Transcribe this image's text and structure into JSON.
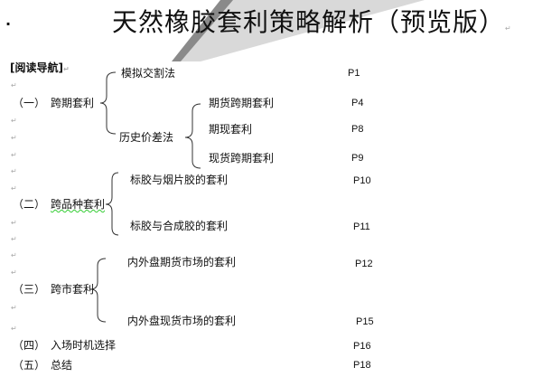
{
  "title": "天然橡胶套利策略解析（预览版）",
  "bullet": "·",
  "nav_heading": "[阅读导航]",
  "return_mark": "↵",
  "sections": [
    {
      "num": "（一）",
      "label": "跨期套利",
      "items": [
        {
          "label": "模拟交割法",
          "page": "P1"
        },
        {
          "label": "历史价差法",
          "children": [
            {
              "label": "期货跨期套利",
              "page": "P4"
            },
            {
              "label": "期现套利",
              "page": "P8"
            },
            {
              "label": "现货跨期套利",
              "page": "P9"
            }
          ]
        }
      ]
    },
    {
      "num": "（二）",
      "label": "跨品种套利",
      "items": [
        {
          "label": "标胶与烟片胶的套利",
          "page": "P10"
        },
        {
          "label": "标胶与合成胶的套利",
          "page": "P11"
        }
      ]
    },
    {
      "num": "（三）",
      "label": "跨市套利",
      "items": [
        {
          "label": "内外盘期货市场的套利",
          "page": "P12"
        },
        {
          "label": "内外盘现货市场的套利",
          "page": "P15"
        }
      ]
    },
    {
      "num": "（四）",
      "label": "入场时机选择",
      "page": "P16"
    },
    {
      "num": "（五）",
      "label": "总结",
      "page": "P18"
    }
  ]
}
